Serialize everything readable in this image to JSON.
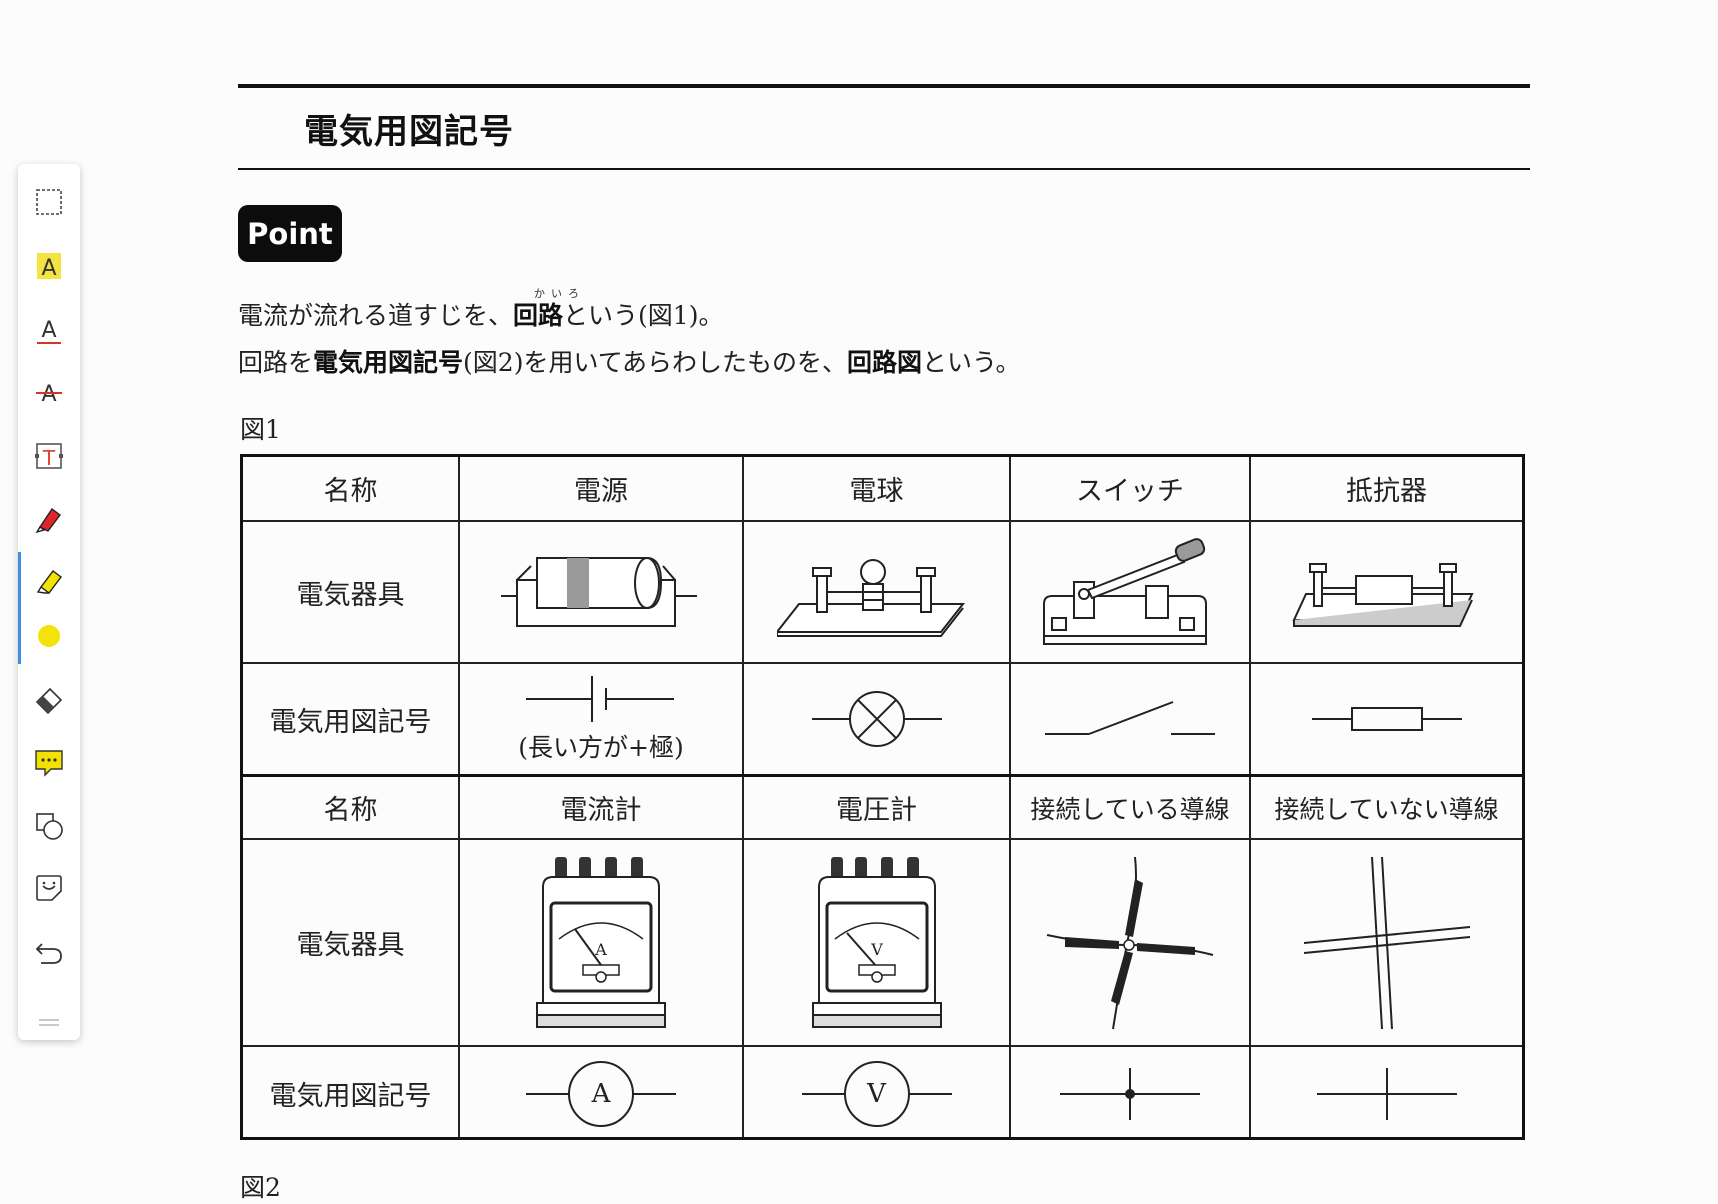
{
  "toolbar": {
    "tools": [
      {
        "name": "selection-tool",
        "icon": "dashed-rect-icon"
      },
      {
        "name": "highlight-text-tool",
        "icon": "highlight-a-icon",
        "color": "#f5e342"
      },
      {
        "name": "underline-text-tool",
        "icon": "underline-a-icon",
        "color": "#d9322b"
      },
      {
        "name": "strikethrough-text-tool",
        "icon": "strikethrough-a-icon",
        "color": "#d9322b"
      },
      {
        "name": "text-box-tool",
        "icon": "text-box-icon",
        "color": "#e6462a"
      },
      {
        "name": "pen-tool",
        "icon": "marker-pen-icon",
        "color": "#e0252a"
      },
      {
        "name": "highlighter-tool",
        "icon": "highlighter-icon",
        "color": "#f2e200",
        "active": true
      },
      {
        "name": "color-picker",
        "icon": "color-dot-icon",
        "color": "#f4e30a"
      },
      {
        "name": "eraser-tool",
        "icon": "eraser-icon"
      },
      {
        "name": "comment-tool",
        "icon": "comment-icon",
        "color": "#f3e200"
      },
      {
        "name": "shape-tool",
        "icon": "shapes-icon"
      },
      {
        "name": "sticker-tool",
        "icon": "sticker-icon"
      },
      {
        "name": "undo-tool",
        "icon": "undo-icon"
      }
    ]
  },
  "page": {
    "title": "電気用図記号",
    "badge": "Point",
    "ruby_kairo": "かいろ",
    "para1": {
      "pre": "電流が流れる道すじを、",
      "bold": "回路",
      "post": "という(図1)。"
    },
    "para2": {
      "pre": "回路を",
      "bold1": "電気用図記号",
      "mid": "(図2)を用いてあらわしたものを、",
      "bold2": "回路図",
      "post": "という。"
    },
    "fig1_label": "図1",
    "fig2_label": "図2"
  },
  "table": {
    "row_headers": {
      "name": "名称",
      "device": "電気器具",
      "symbol": "電気用図記号"
    },
    "top_names": [
      "電源",
      "電球",
      "スイッチ",
      "抵抗器"
    ],
    "battery_note": "(長い方が+極)",
    "bottom_names": [
      "電流計",
      "電圧計",
      "接続している導線",
      "接続していない導線"
    ],
    "ammeter_letter": "A",
    "voltmeter_letter": "V"
  }
}
